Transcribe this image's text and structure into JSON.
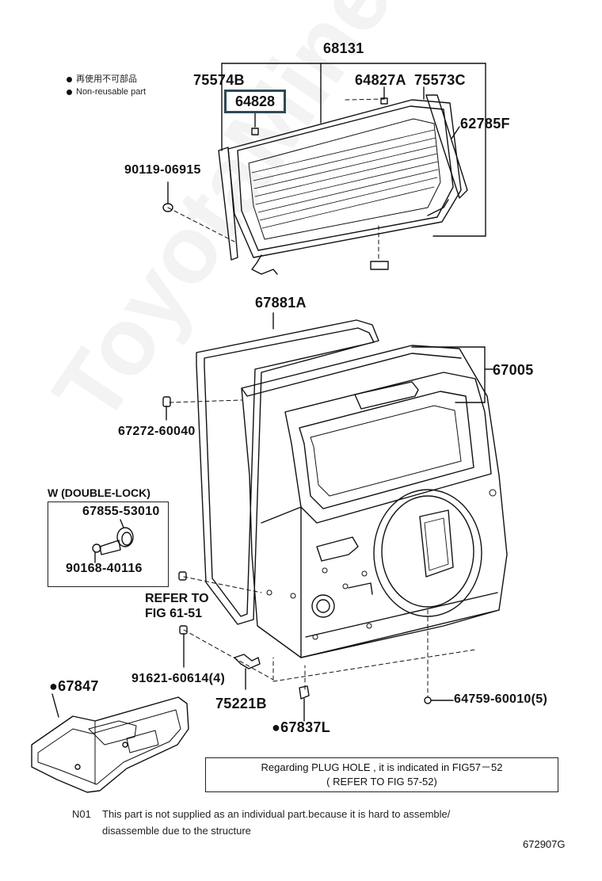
{
  "legend": {
    "jp": "再使用不可部品",
    "en": "Non-reusable part"
  },
  "parts": {
    "p68131": "68131",
    "p75574B": "75574B",
    "p64827A": "64827A",
    "p75573C": "75573C",
    "p64828": "64828",
    "p62785F": "62785F",
    "p90119": "90119-06915",
    "p67881A": "67881A",
    "p67005": "67005",
    "p67272": "67272-60040",
    "p67855": "67855-53010",
    "p90168": "90168-40116",
    "p91621": "91621-60614(4)",
    "p75221B": "75221B",
    "p67847": "●67847",
    "p67837L": "●67837L",
    "p64759": "64759-60010(5)"
  },
  "inset": {
    "title": "W (DOUBLE-LOCK)"
  },
  "refer": {
    "line1": "REFER TO",
    "line2": "FIG 61-51"
  },
  "notice": {
    "line1": "Regarding PLUG HOLE , it is indicated in FIG57－52",
    "line2": "( REFER TO FIG 57-52)"
  },
  "note": {
    "code": "N01",
    "line1": "This part is not supplied as an individual part.because it is hard to assemble/",
    "line2": "disassemble due to the structure"
  },
  "diagram_code": "672907G",
  "watermark": "ToyotaMine.ru"
}
